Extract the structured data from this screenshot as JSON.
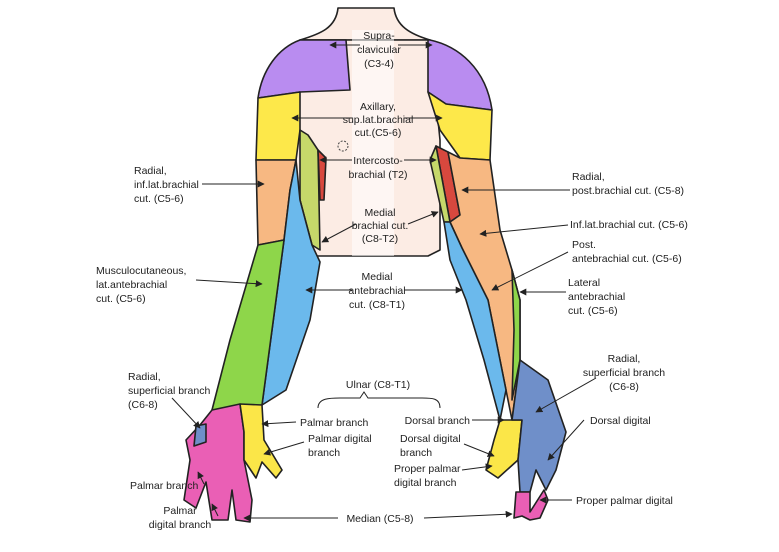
{
  "colors": {
    "supraclavicular": "#b98cf0",
    "axillary": "#fde84a",
    "radial": "#f7b882",
    "median": "#ea5fb5",
    "ulnar": "#fbe648",
    "musculocutaneous": "#8ed64a",
    "medial_antebrachial": "#6bb9ec",
    "intercostobrachial": "#d8483e",
    "medial_brachial": "#c6d86a",
    "dorsal_digital": "#6f8fc9",
    "skin": "#fcece4"
  },
  "labels": {
    "supraclavicular": [
      "Supra-",
      "clavicular",
      "(C3-4)"
    ],
    "axillary": [
      "Axillary,",
      "sup.lat.brachial",
      "cut.(C5-6)"
    ],
    "intercostobrachial": [
      "Intercosto-",
      "brachial (T2)"
    ],
    "medial_brachial": [
      "Medial",
      "brachial cut.",
      "(C8-T2)"
    ],
    "medial_antebrachial": [
      "Medial",
      "antebrachial",
      "cut. (C8-T1)"
    ],
    "radial_inf_lat_left": [
      "Radial,",
      "inf.lat.brachial",
      "cut. (C5-6)"
    ],
    "musculocutaneous": [
      "Musculocutaneous,",
      "lat.antebrachial",
      "cut. (C5-6)"
    ],
    "radial_superficial_left": [
      "Radial,",
      "superficial branch",
      "(C6-8)"
    ],
    "palmar_branch_left": "Palmar branch",
    "palmar_digital_left": [
      "Palmar",
      "digital branch"
    ],
    "radial_post_brachial": [
      "Radial,",
      "post.brachial cut. (C5-8)"
    ],
    "inf_lat_brachial_right": "Inf.lat.brachial cut. (C5-6)",
    "post_antebrachial": [
      "Post.",
      "antebrachial cut. (C5-6)"
    ],
    "lateral_antebrachial": [
      "Lateral",
      "antebrachial",
      "cut. (C5-6)"
    ],
    "radial_superficial_right": [
      "Radial,",
      "superficial branch",
      "(C6-8)"
    ],
    "dorsal_digital": "Dorsal digital",
    "proper_palmar_digital": "Proper palmar digital",
    "ulnar_header": "Ulnar (C8-T1)",
    "palmar_branch_center": "Palmar branch",
    "palmar_digital_center": [
      "Palmar digital",
      "branch"
    ],
    "dorsal_branch": "Dorsal branch",
    "dorsal_digital_branch": [
      "Dorsal digital",
      "branch"
    ],
    "proper_palmar_digital_branch": [
      "Proper palmar",
      "digital branch"
    ],
    "median": "Median (C5-8)"
  }
}
